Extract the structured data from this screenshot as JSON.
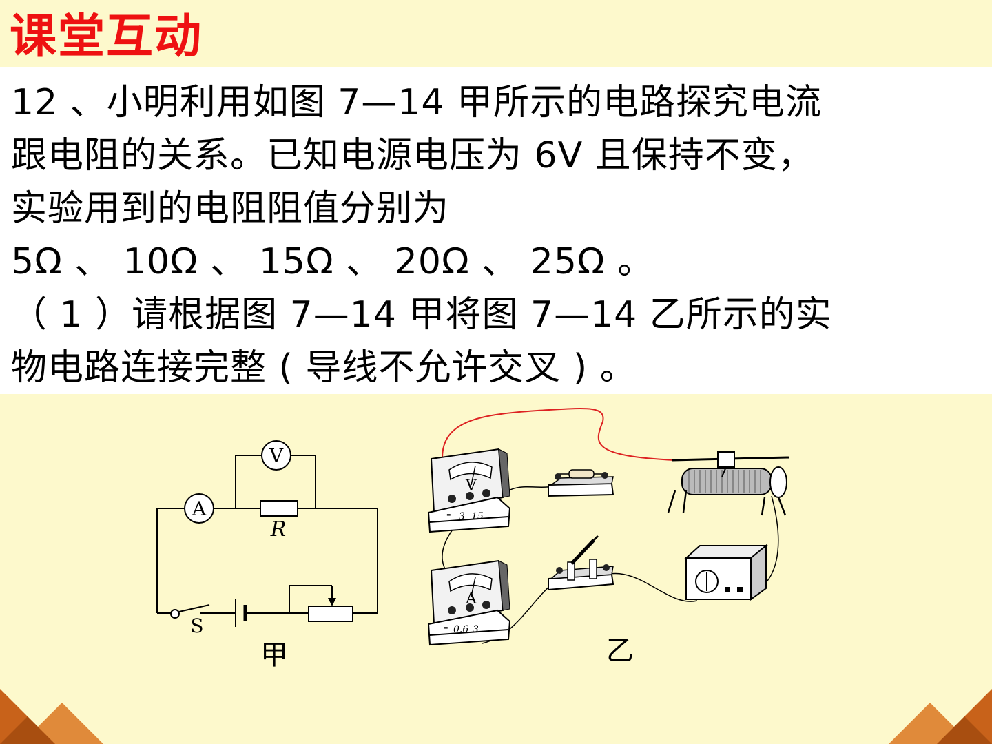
{
  "slide": {
    "title": "课堂互动",
    "question_lines": [
      "12 、小明利用如图 7—14 甲所示的电路探究电流",
      "跟电阻的关系。已知电源电压为 6V 且保持不变，",
      "实验用到的电阻阻值分别为",
      "5Ω 、 10Ω 、 15Ω 、 20Ω 、 25Ω 。",
      "（ 1 ）请根据图 7—14 甲将图 7—14 乙所示的实",
      "物电路连接完整 ( 导线不允许交叉 ) 。"
    ]
  },
  "figure_jia": {
    "caption": "甲",
    "voltmeter_symbol": "V",
    "ammeter_symbol": "A",
    "resistor_label": "R",
    "switch_label": "S"
  },
  "figure_yi": {
    "caption": "乙",
    "voltmeter_face": "V",
    "voltmeter_terminals": [
      "-",
      "3",
      "15"
    ],
    "ammeter_face": "A",
    "ammeter_terminals": [
      "-",
      "0.6",
      "3"
    ]
  },
  "colors": {
    "title": "#ee1111",
    "background": "#fdf9cc",
    "question_bg": "#ffffff",
    "wire_highlight": "#dd2222",
    "corner_decoration": "#c8621a"
  }
}
